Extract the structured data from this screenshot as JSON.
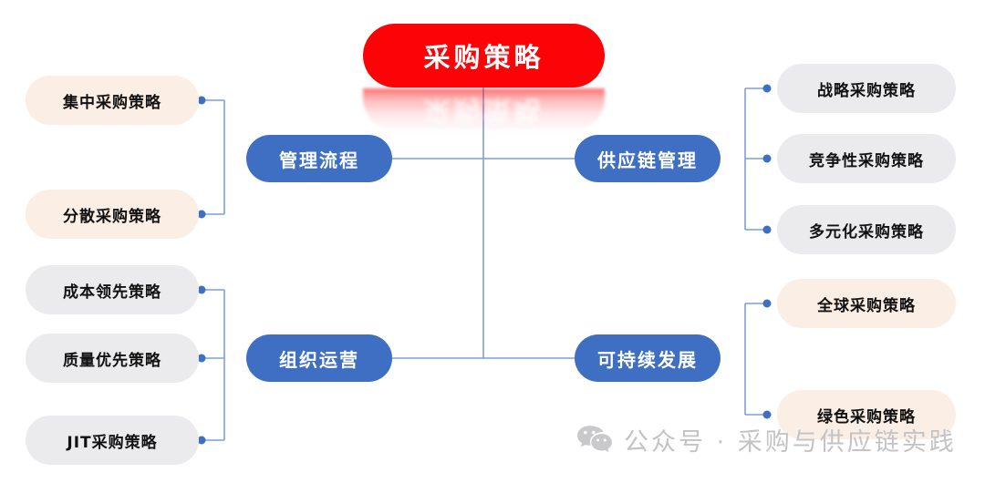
{
  "diagram": {
    "title": "采购策略",
    "root": {
      "label": "采购策略",
      "color": "#fb0307"
    },
    "branch_color": "#3f6fc2",
    "leaf_cream_color": "#fbeee4",
    "leaf_gray_color": "#ebebed",
    "connector_color": "#7d9fdb",
    "branches": [
      {
        "id": "management-process",
        "label": "管理流程",
        "side": "left",
        "leaves": [
          {
            "label": "集中采购策略",
            "style": "cream"
          },
          {
            "label": "分散采购策略",
            "style": "cream"
          }
        ]
      },
      {
        "id": "supply-chain-management",
        "label": "供应链管理",
        "side": "right",
        "leaves": [
          {
            "label": "战略采购策略",
            "style": "gray"
          },
          {
            "label": "竞争性采购策略",
            "style": "gray"
          },
          {
            "label": "多元化采购策略",
            "style": "gray"
          }
        ]
      },
      {
        "id": "organization-operations",
        "label": "组织运营",
        "side": "left",
        "leaves": [
          {
            "label": "成本领先策略",
            "style": "gray"
          },
          {
            "label": "质量优先策略",
            "style": "gray"
          },
          {
            "label": "JIT采购策略",
            "style": "gray"
          }
        ]
      },
      {
        "id": "sustainable-development",
        "label": "可持续发展",
        "side": "right",
        "leaves": [
          {
            "label": "全球采购策略",
            "style": "cream"
          },
          {
            "label": "绿色采购策略",
            "style": "cream"
          }
        ]
      }
    ]
  },
  "watermark": {
    "icon": "wechat-icon",
    "text": "公众号 · 采购与供应链实践",
    "color": "#c3c3c5"
  }
}
